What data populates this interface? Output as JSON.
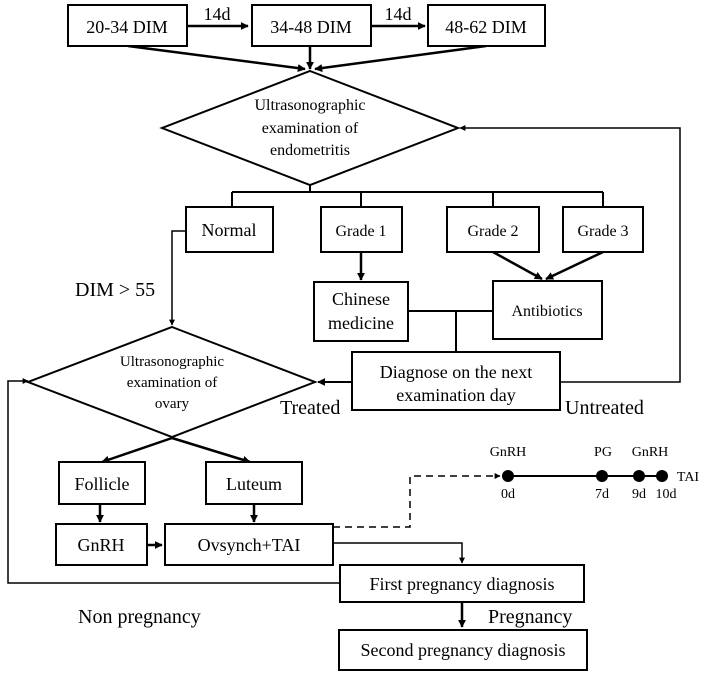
{
  "nodes": {
    "dim_20_34": "20-34 DIM",
    "dim_34_48": "34-48 DIM",
    "dim_48_62": "48-62 DIM",
    "exam_endo_l1": "Ultrasonographic",
    "exam_endo_l2": "examination of",
    "exam_endo_l3": "endometritis",
    "normal": "Normal",
    "grade1": "Grade 1",
    "grade2": "Grade 2",
    "grade3": "Grade 3",
    "chinese_l1": "Chinese",
    "chinese_l2": "medicine",
    "antibiotics": "Antibiotics",
    "diagnose_l1": "Diagnose on the next",
    "diagnose_l2": "examination day",
    "exam_ovary_l1": "Ultrasonographic",
    "exam_ovary_l2": "examination of",
    "exam_ovary_l3": "ovary",
    "follicle": "Follicle",
    "luteum": "Luteum",
    "gnrh": "GnRH",
    "ovsynch": "Ovsynch+TAI",
    "first_preg": "First pregnancy diagnosis",
    "second_preg": "Second pregnancy diagnosis"
  },
  "labels": {
    "interval_1": "14d",
    "interval_2": "14d",
    "dim_gt_55": "DIM > 55",
    "treated": "Treated",
    "untreated": "Untreated",
    "non_pregnancy": "Non pregnancy",
    "pregnancy": "Pregnancy"
  },
  "timeline": [
    {
      "top": "GnRH",
      "bottom": "0d"
    },
    {
      "top": "PG",
      "bottom": "7d"
    },
    {
      "top": "GnRH",
      "bottom": "9d"
    },
    {
      "top": "",
      "bottom": "10d"
    }
  ],
  "timeline_end_label": "TAI"
}
